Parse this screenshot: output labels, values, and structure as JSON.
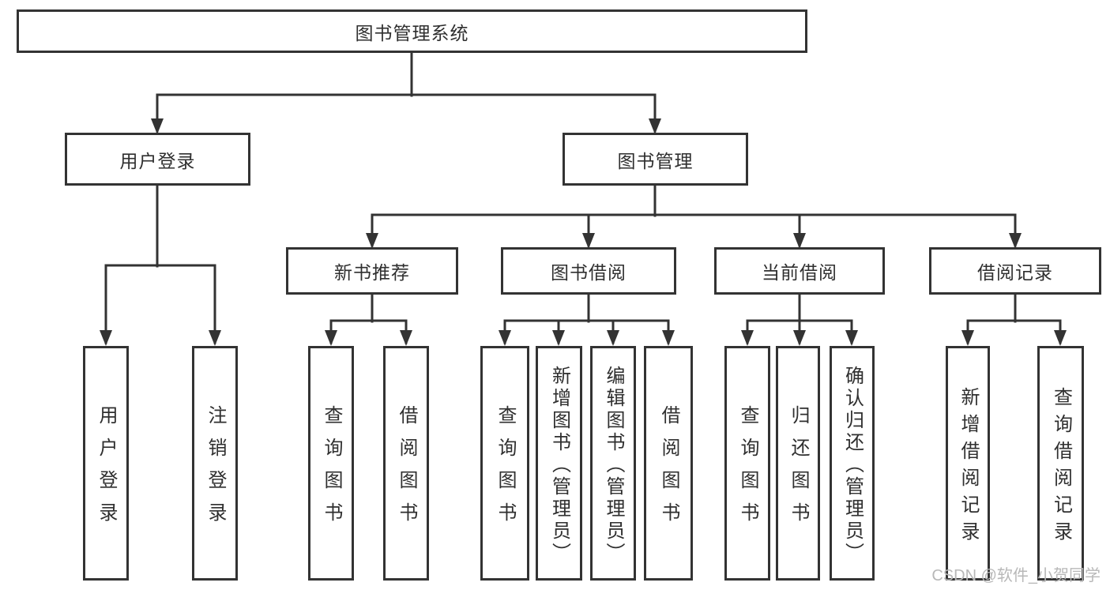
{
  "title": {
    "label": "图书管理系统"
  },
  "level2": {
    "user_login": {
      "label": "用户登录"
    },
    "book_management": {
      "label": "图书管理"
    }
  },
  "level3": {
    "new_book_recommend": {
      "label": "新书推荐"
    },
    "book_borrow": {
      "label": "图书借阅"
    },
    "current_borrow": {
      "label": "当前借阅"
    },
    "borrow_records": {
      "label": "借阅记录"
    }
  },
  "leaves": {
    "user_login": {
      "label": "用户登录"
    },
    "logout": {
      "label": "注销登录"
    },
    "nb_query_books": {
      "label": "查询图书"
    },
    "nb_borrow_books": {
      "label": "借阅图书"
    },
    "bb_query_books": {
      "label": "查询图书"
    },
    "bb_add_books": {
      "label": "新增图书（管理员）"
    },
    "bb_edit_books": {
      "label": "编辑图书（管理员）"
    },
    "bb_borrow_books": {
      "label": "借阅图书"
    },
    "cb_query_books": {
      "label": "查询图书"
    },
    "cb_return_books": {
      "label": "归还图书"
    },
    "cb_confirm_return": {
      "label": "确认归还（管理员）"
    },
    "br_add_record": {
      "label": "新增借阅记录"
    },
    "br_query_record": {
      "label": "查询借阅记录"
    }
  },
  "watermark": {
    "text": "CSDN @软件_小贺同学"
  },
  "colors": {
    "line": "#333333",
    "text": "#2f2f2f",
    "watermark": "#b8b8b8",
    "background": "#ffffff"
  }
}
